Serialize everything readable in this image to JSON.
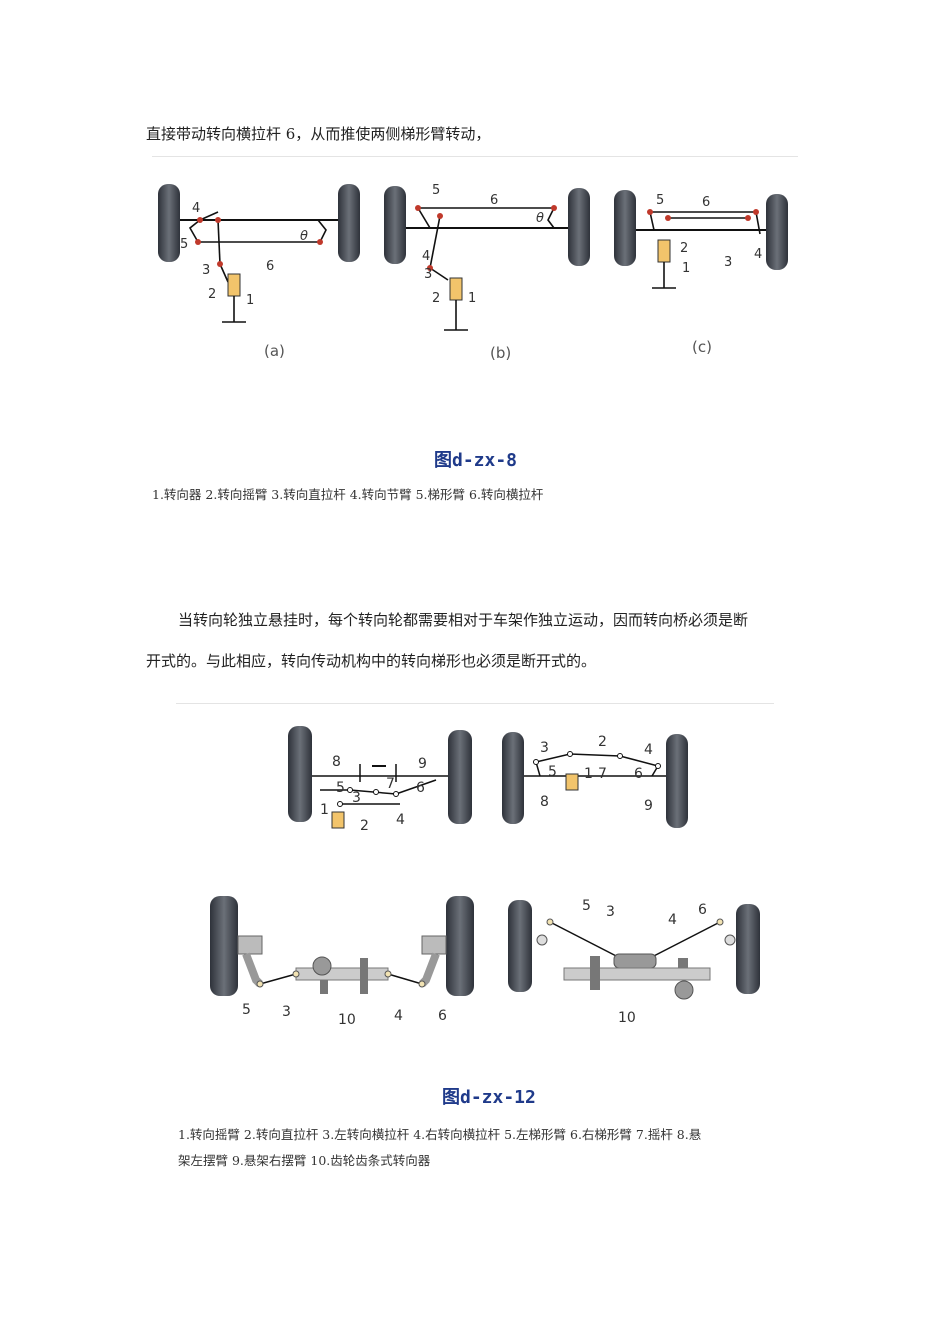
{
  "intro_text": "直接带动转向横拉杆 6，从而推使两侧梯形臂转动，",
  "figure1": {
    "title": "图d-zx-8",
    "panel_labels": [
      "(a)",
      "(b)",
      "(c)"
    ],
    "part_numbers": [
      "1",
      "2",
      "3",
      "4",
      "5",
      "6"
    ],
    "theta": "θ",
    "caption": "1.转向器  2.转向摇臂  3.转向直拉杆  4.转向节臂  5.梯形臂  6.转向横拉杆"
  },
  "paragraph": {
    "line1": "当转向轮独立悬挂时，每个转向轮都需要相对于车架作独立运动，因而转向桥必须是断",
    "line2": "开式的。与此相应，转向传动机构中的转向梯形也必须是断开式的。"
  },
  "figure2": {
    "title": "图d-zx-12",
    "part_numbers": [
      "1",
      "2",
      "3",
      "4",
      "5",
      "6",
      "7",
      "8",
      "9",
      "10"
    ],
    "caption_line1": "1.转向摇臂  2.转向直拉杆  3.左转向横拉杆  4.右转向横拉杆  5.左梯形臂  6.右梯形臂  7.摇杆  8.悬",
    "caption_line2": "架左摆臂  9.悬架右摆臂  10.齿轮齿条式转向器"
  },
  "colors": {
    "tire": "#3a3f47",
    "tire_highlight": "#6b7078",
    "steering_box": "#f2c46b",
    "joint": "#c0392b",
    "title_blue": "#1f3a8a"
  }
}
